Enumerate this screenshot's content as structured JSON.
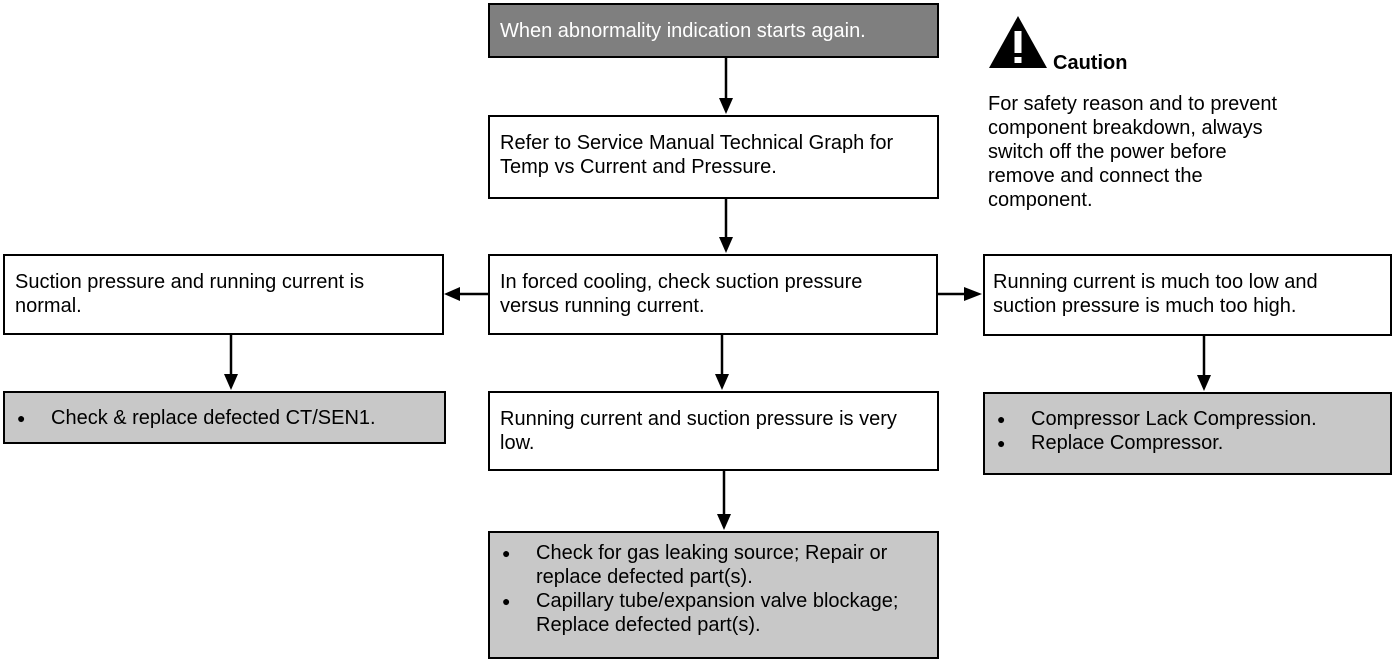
{
  "colors": {
    "start_box_fill": "#7f7f7f",
    "action_box_fill": "#c8c8c8",
    "step_box_fill": "#ffffff",
    "line": "#000000"
  },
  "flow": {
    "start": "When abnormality indication starts again.",
    "refer": "Refer to Service Manual Technical Graph for Temp vs Current and Pressure.",
    "check": "In forced cooling, check suction pressure versus running current.",
    "left_condition": "Suction pressure and running current is normal.",
    "right_condition": "Running current is much too low and suction pressure is much too high.",
    "middle_condition": "Running current and suction pressure is very low.",
    "left_actions": [
      "Check & replace defected CT/SEN1."
    ],
    "right_actions": [
      "Compressor Lack Compression.",
      "Replace Compressor."
    ],
    "bottom_actions": [
      "Check for gas leaking source; Repair or replace defected part(s).",
      "Capillary tube/expansion valve blockage; Replace defected part(s)."
    ]
  },
  "caution": {
    "icon": "warning-triangle-icon",
    "title": "Caution",
    "text": "For safety reason and to prevent component breakdown, always switch off the power before remove and connect the component."
  }
}
